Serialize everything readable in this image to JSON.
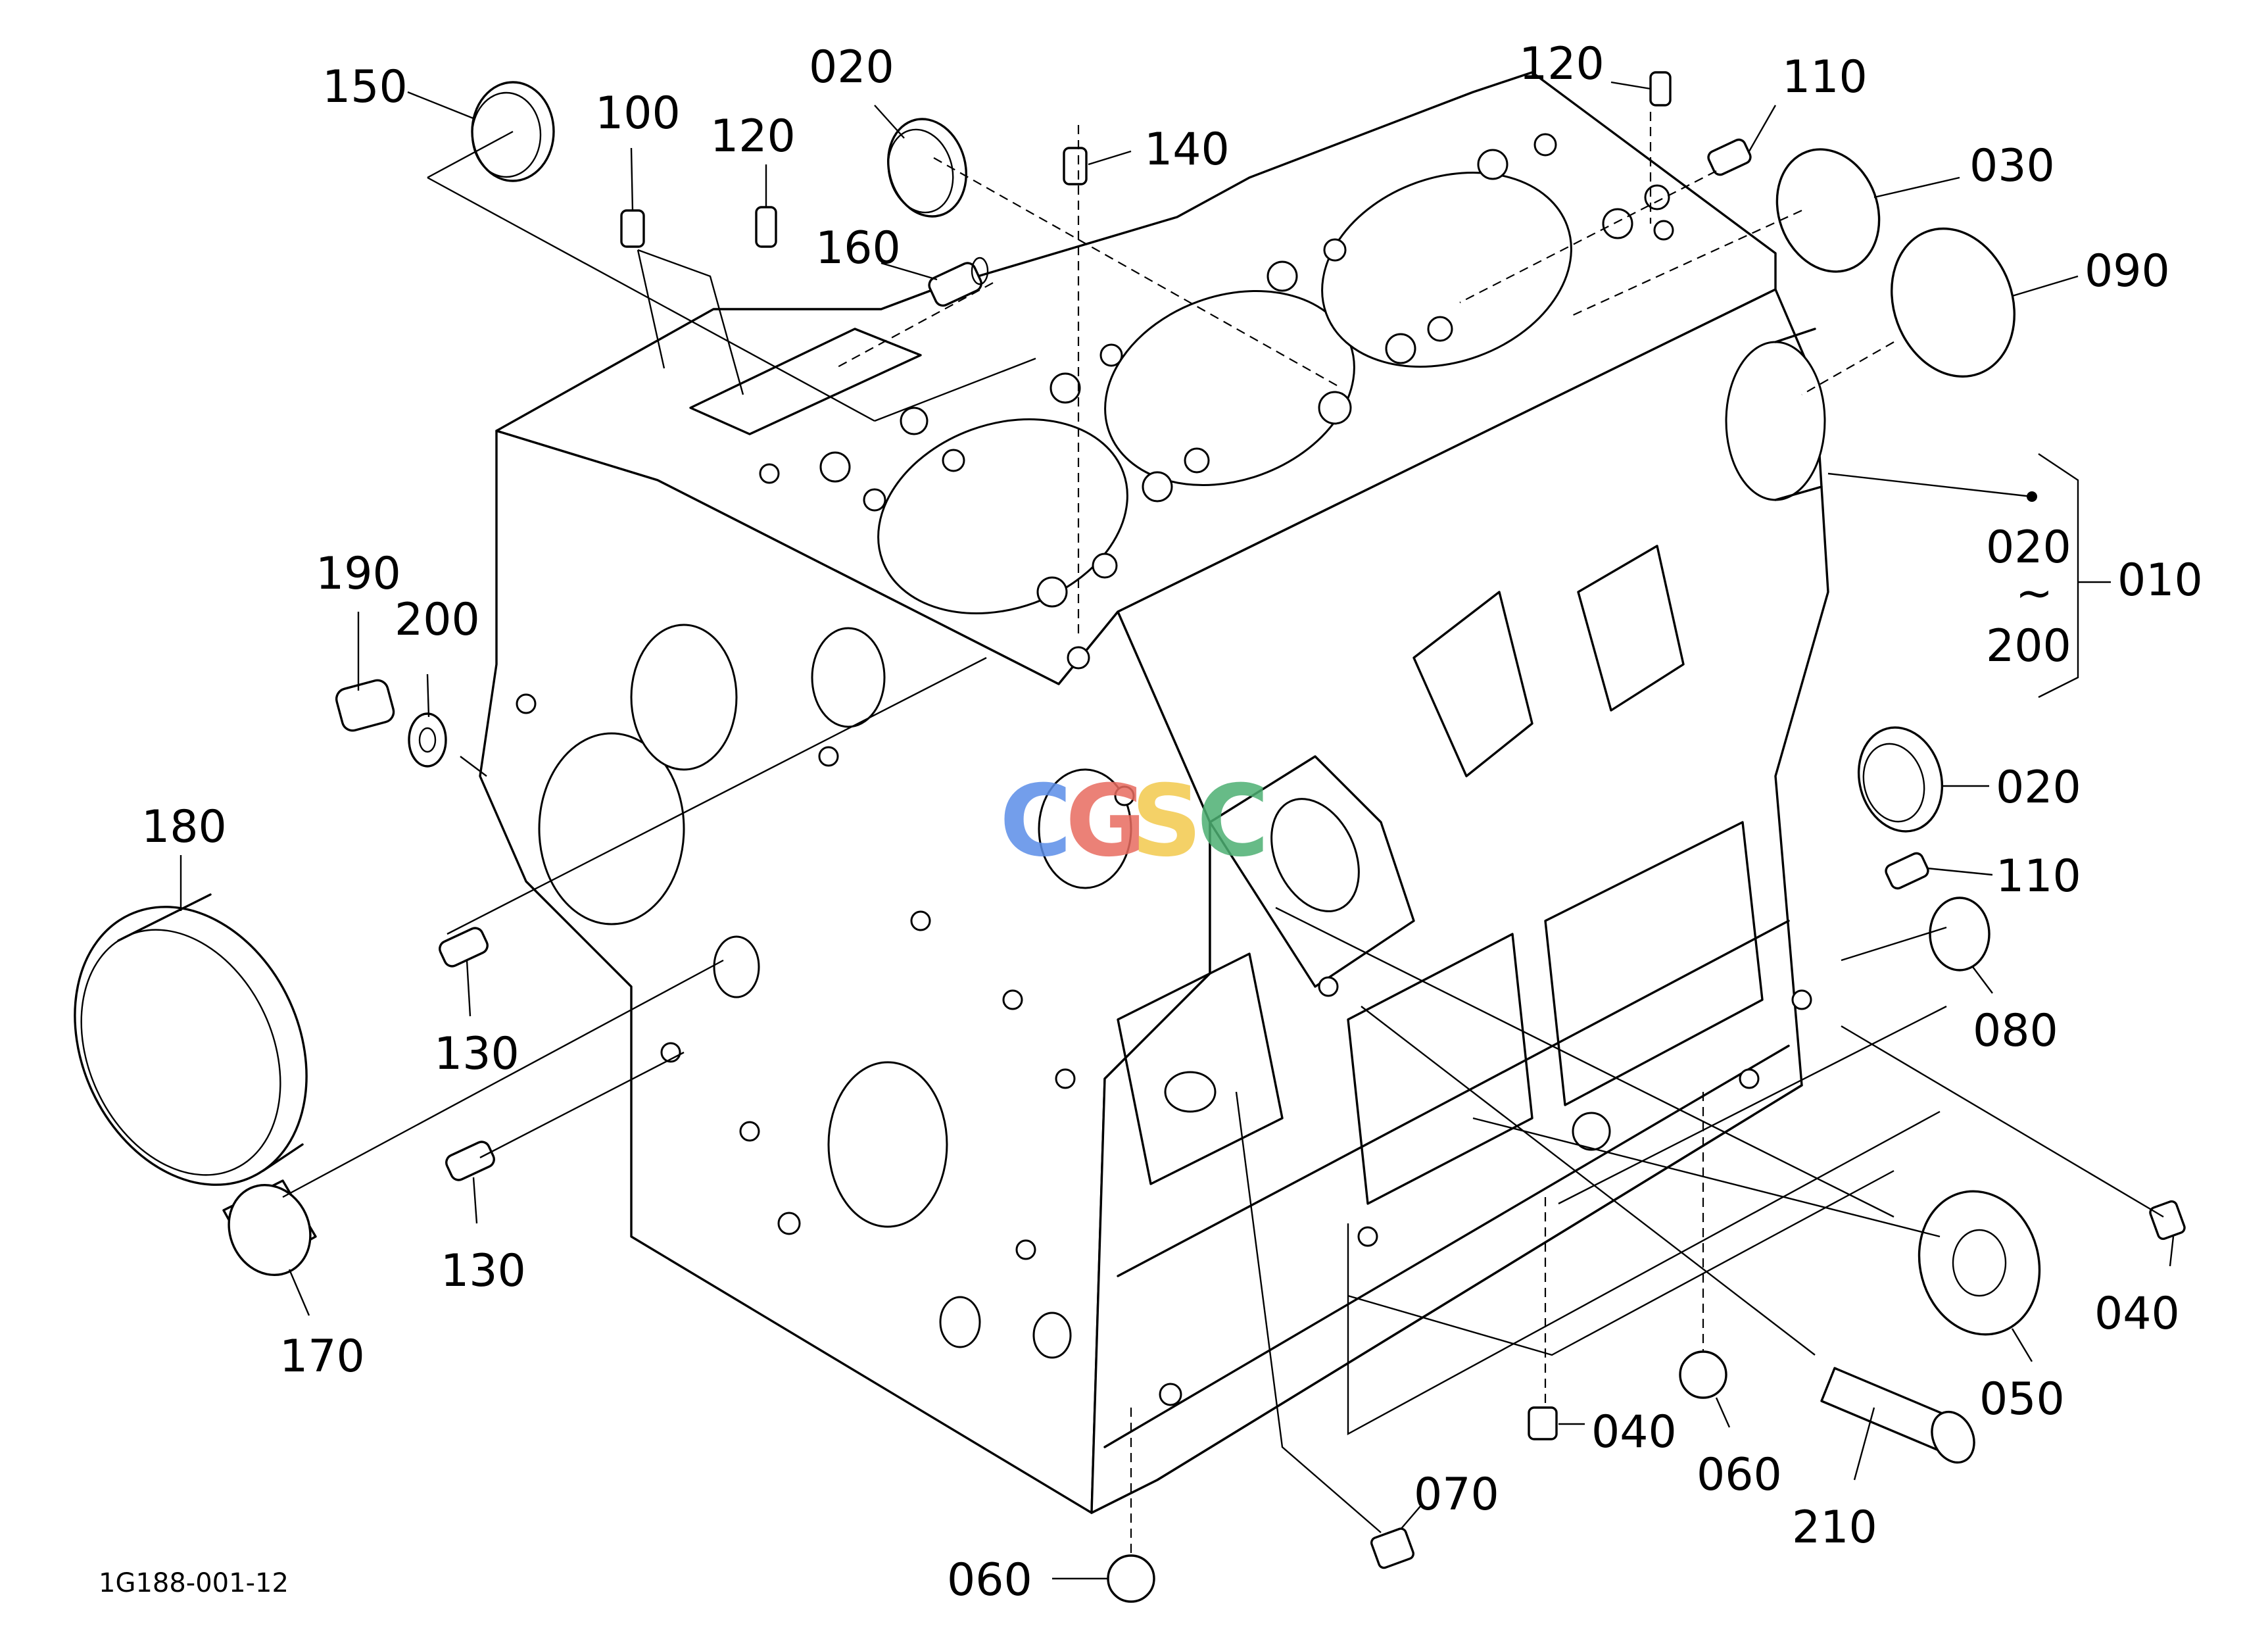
{
  "drawing_code": "1G188-001-12",
  "watermark": {
    "letters": [
      "C",
      "G",
      "S",
      "C"
    ],
    "colors": [
      "#5b8de8",
      "#e86b5f",
      "#f2c94c",
      "#4caf72"
    ]
  },
  "labels": {
    "p150": "150",
    "p100": "100",
    "p120a": "120",
    "p020a": "020",
    "p140": "140",
    "p160": "160",
    "p120b": "120",
    "p110a": "110",
    "p030": "030",
    "p090": "090",
    "p020b": "020",
    "p200a": "200",
    "p010": "010",
    "p190": "190",
    "p200b": "200",
    "p180": "180",
    "p130a": "130",
    "p130b": "130",
    "p170": "170",
    "p020c": "020",
    "p110b": "110",
    "p080": "080",
    "p040a": "040",
    "p050": "050",
    "p040b": "040",
    "p060a": "060",
    "p060b": "060",
    "p070": "070",
    "p210": "210"
  },
  "range_mark": "~"
}
